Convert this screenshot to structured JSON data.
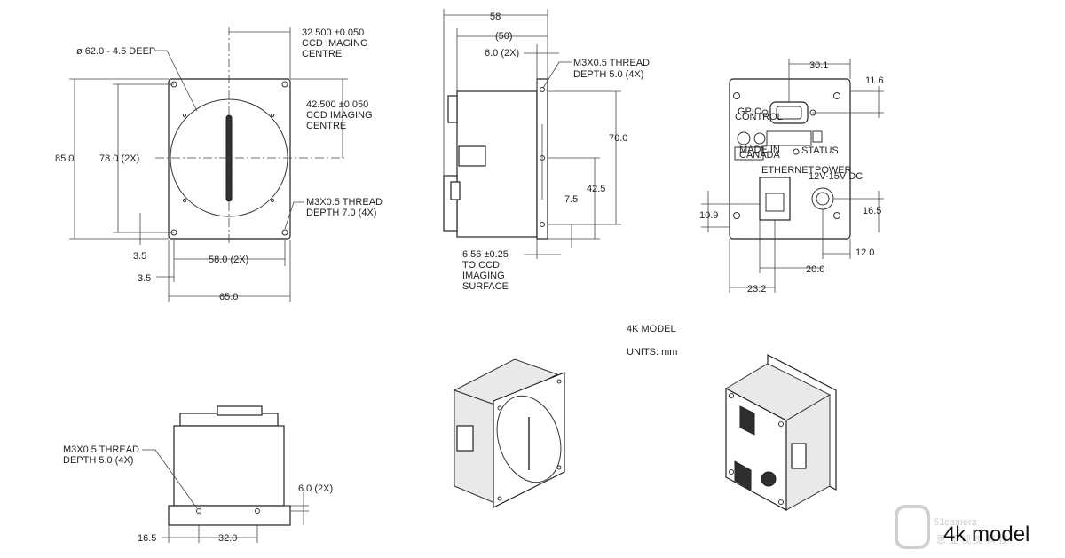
{
  "labels": {
    "bore": "ø 62.0 - 4.5 DEEP",
    "ccd_h_value": "32.500 ±0.050",
    "ccd_h_line2": "CCD IMAGING",
    "ccd_h_line3": "CENTRE",
    "ccd_v_value": "42.500 ±0.050",
    "ccd_v_line2": "CCD IMAGING",
    "ccd_v_line3": "CENTRE",
    "thread_front_1": "M3X0.5 THREAD",
    "thread_front_2": "DEPTH 7.0 (4X)",
    "dim_85": "85.0",
    "dim_78": "78.0 (2X)",
    "dim_3_5a": "3.5",
    "dim_3_5b": "3.5",
    "dim_58_2x": "58.0 (2X)",
    "dim_65": "65.0",
    "side_58": "58",
    "side_50": "(50)",
    "side_6": "6.0 (2X)",
    "thread_side_1": "M3X0.5 THREAD",
    "thread_side_2": "DEPTH 5.0 (4X)",
    "side_70": "70.0",
    "side_42_5": "42.5",
    "side_7_5": "7.5",
    "ccd_surface_1": "6.56 ±0.25",
    "ccd_surface_2": "TO CCD",
    "ccd_surface_3": "IMAGING",
    "ccd_surface_4": "SURFACE",
    "rear_30_1": "30.1",
    "rear_11_6": "11.6",
    "rear_10_9": "10.9",
    "rear_16_5": "16.5",
    "rear_12_0": "12.0",
    "rear_20_0": "20.0",
    "rear_23_2": "23.2",
    "rear_gpio_1": "GPIO",
    "rear_gpio_2": "CONTROL",
    "rear_madein_1": "MADE IN",
    "rear_madein_2": "CANADA",
    "rear_status": "STATUS",
    "rear_ethernet": "ETHERNET",
    "rear_power_1": "POWER",
    "rear_power_2": "12V-15V DC",
    "model_note": "4K MODEL",
    "units_note": "UNITS: mm",
    "thread_bottom_1": "M3X0.5 THREAD",
    "thread_bottom_2": "DEPTH 5.0 (4X)",
    "bottom_6": "6.0 (2X)",
    "bottom_16_5": "16.5",
    "bottom_32": "32.0",
    "watermark_brand": "51camera",
    "watermark_cn": "思 显 视 觉 科 技",
    "caption": "4k model"
  },
  "colors": {
    "line": "#333333",
    "shade": "#e9e9e9",
    "watermark": "#cfcfcf"
  }
}
